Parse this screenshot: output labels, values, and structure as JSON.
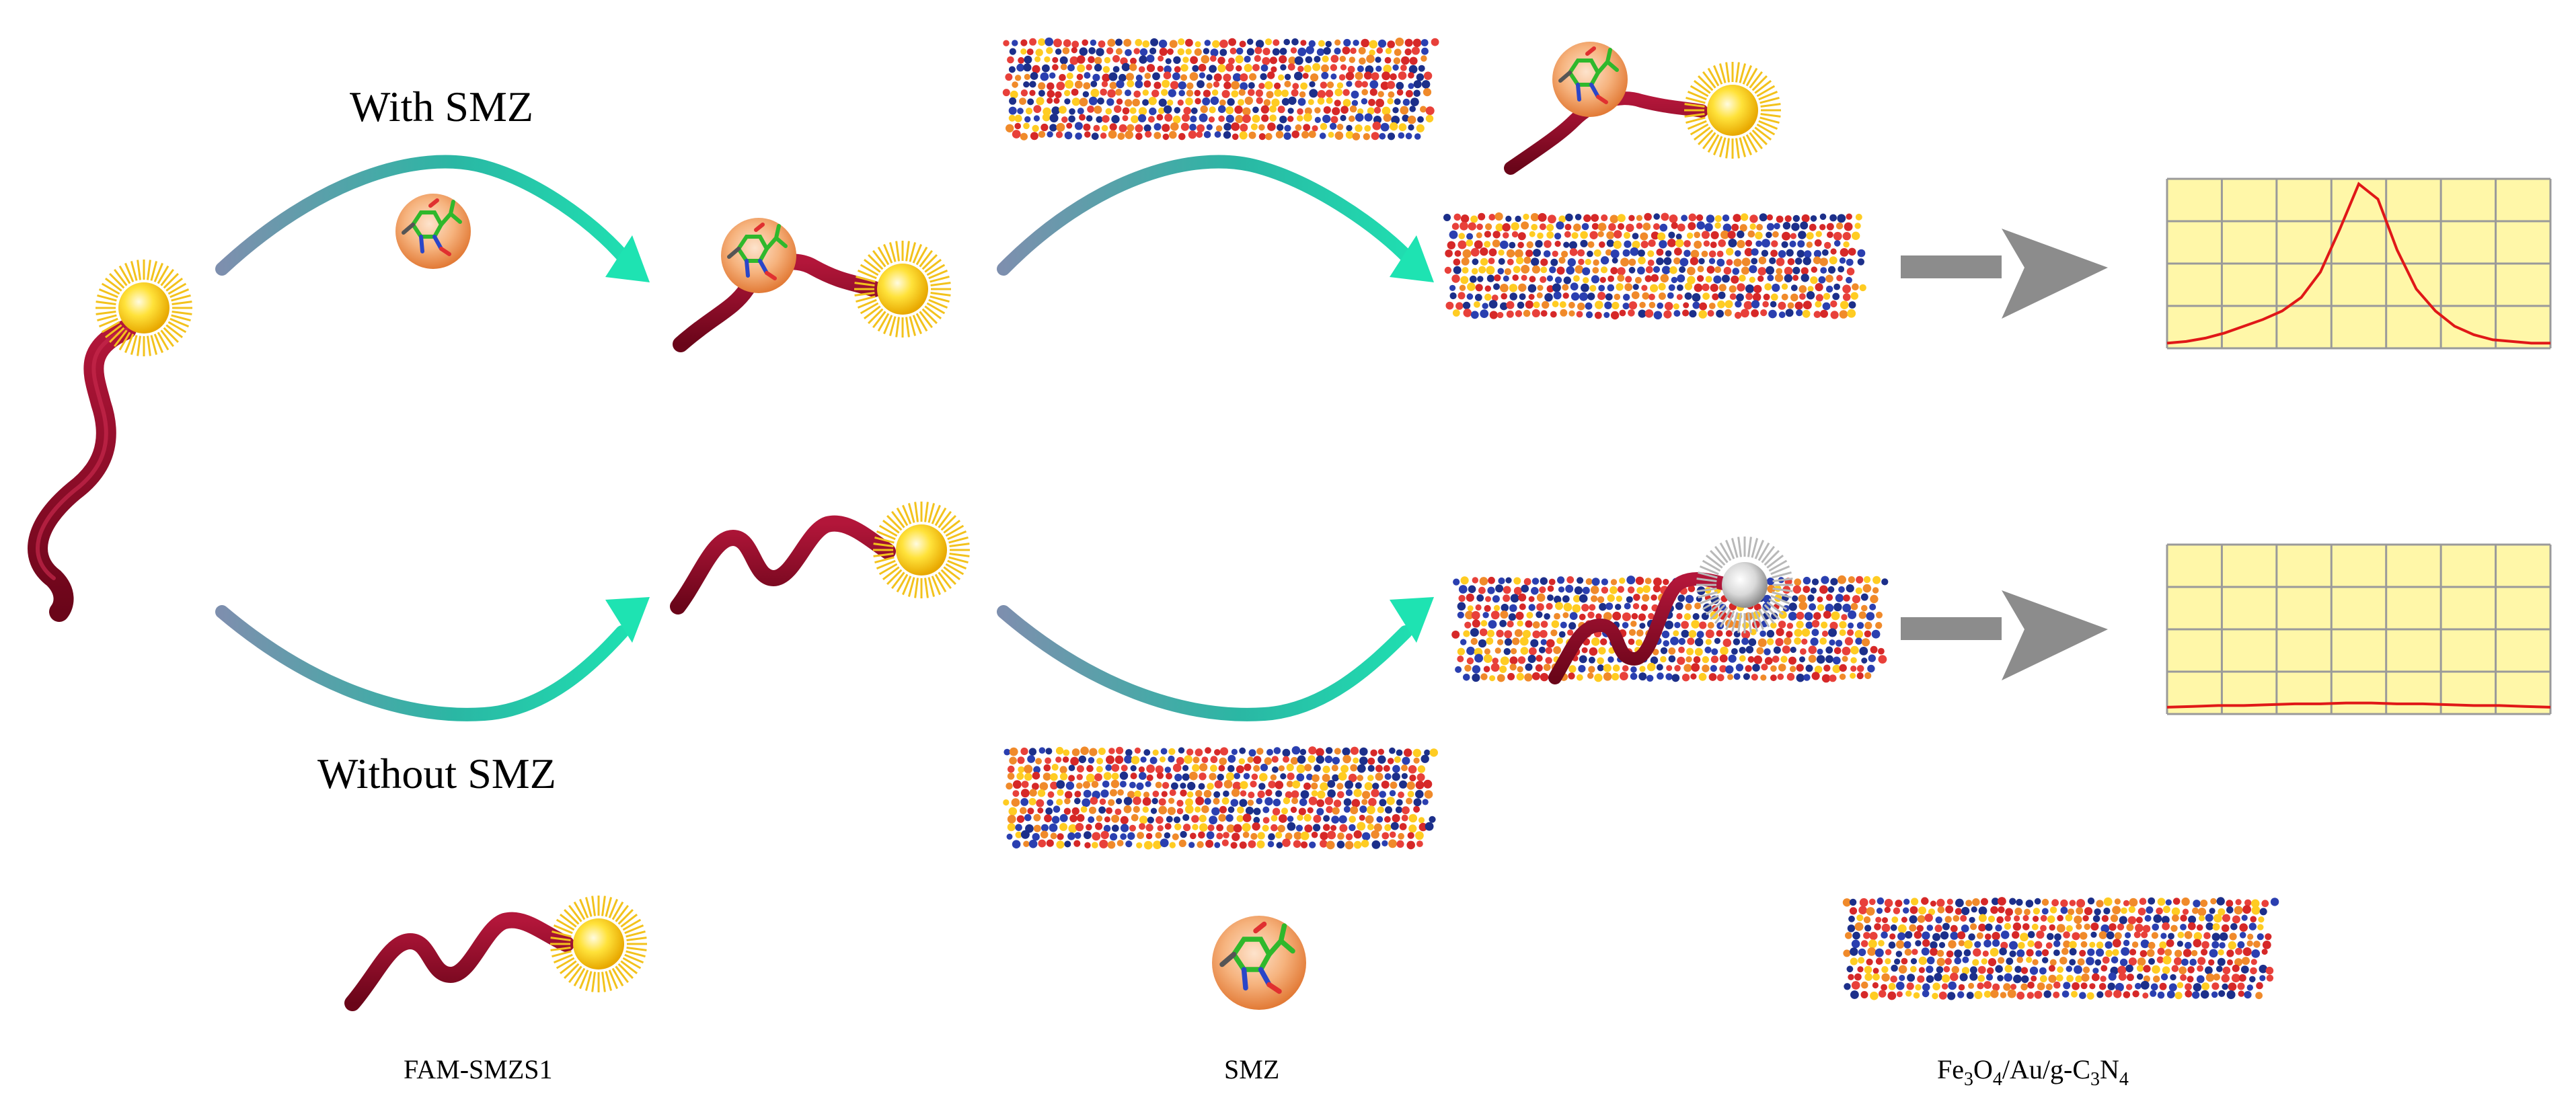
{
  "labels": {
    "with_smz": "With SMZ",
    "without_smz": "Without SMZ",
    "legend_probe": "FAM-SMZS1",
    "legend_smz": "SMZ",
    "legend_nanocomposite": {
      "p1": "Fe",
      "s1": "3",
      "p2": "O",
      "s2": "4",
      "p3": "/Au/g-C",
      "s3": "3",
      "p4": "N",
      "s4": "4"
    }
  },
  "colors": {
    "strand": "#8e0b28",
    "fam_core": "#ffd21a",
    "fam_rays": "#f3c21c",
    "quenched_core": "#d8d8d8",
    "arrow_start": "#6a8aa8",
    "arrow_end": "#1ee3b2",
    "smz_bead": "#f3a063",
    "gray_arrow": "#8c8c8c",
    "chart_bg": "#fff7a8",
    "chart_grid": "#9a9a9a",
    "signal": "#e01818",
    "sheet_dots": [
      "#1c2f8a",
      "#e8403a",
      "#ffcc22",
      "#f08a2a",
      "#d62828",
      "#2a3fb0"
    ]
  },
  "signals": {
    "with_smz": [
      0.03,
      0.04,
      0.06,
      0.09,
      0.13,
      0.17,
      0.22,
      0.3,
      0.45,
      0.7,
      0.97,
      0.88,
      0.58,
      0.35,
      0.22,
      0.13,
      0.08,
      0.05,
      0.04,
      0.03,
      0.03
    ],
    "without_smz": [
      0.04,
      0.045,
      0.05,
      0.05,
      0.055,
      0.06,
      0.06,
      0.065,
      0.065,
      0.06,
      0.06,
      0.055,
      0.05,
      0.05,
      0.045,
      0.04
    ]
  }
}
